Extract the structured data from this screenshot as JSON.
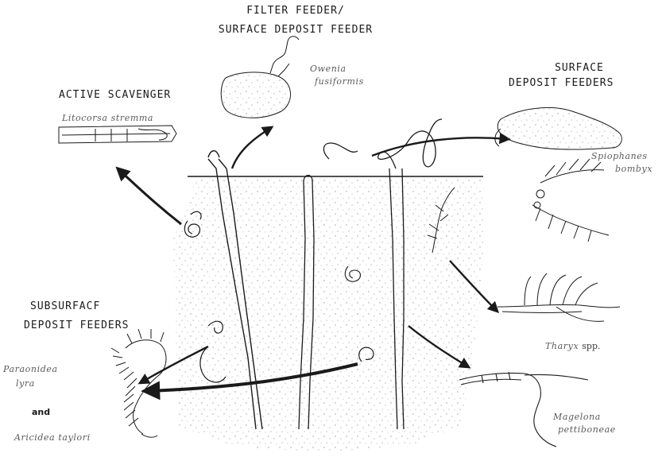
{
  "labels": {
    "filter_feeder_1": "FILTER FEEDER/",
    "filter_feeder_2": "SURFACE DEPOSIT FEEDER",
    "active_scavenger": "ACTIVE SCAVENGER",
    "surface_1": "SURFACE",
    "surface_2": "DEPOSIT FEEDERS",
    "subsurface_1": "SUBSURFACF",
    "subsurface_2": "DEPOSIT FEEDERS"
  },
  "species": {
    "owenia_1": "Owenia",
    "owenia_2": "fusiformis",
    "litocorsa": "Litocorsa stremma",
    "spiophanes_1": "Spiophanes",
    "spiophanes_2": "bombyx",
    "tharyx_italic": "Tharyx",
    "tharyx_suffix": "spp.",
    "paraonidea_1": "Paraonidea",
    "paraonidea_2": "lyra",
    "and_word": "and",
    "aricidea": "Aricidea taylori",
    "magelona_1": "Magelona",
    "magelona_2": "pettiboneae"
  },
  "colors": {
    "ink": "#1a1a1a",
    "sediment_dots": "#9a9a9a"
  }
}
